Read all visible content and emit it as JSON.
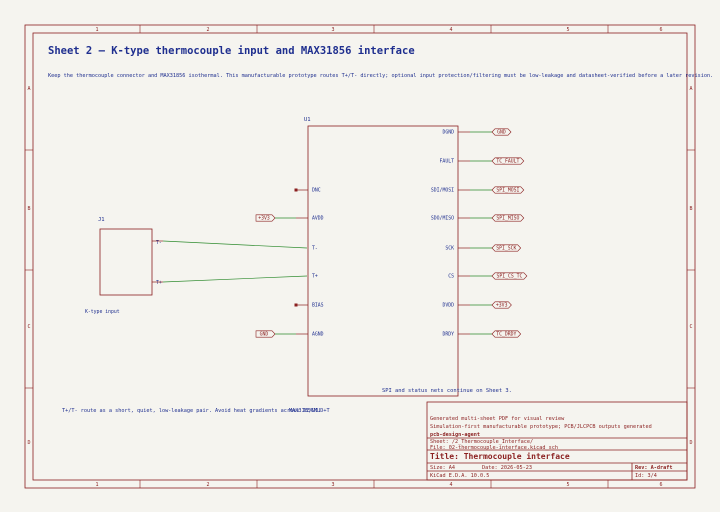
{
  "frame": {
    "columns": [
      "1",
      "2",
      "3",
      "4",
      "5",
      "6"
    ],
    "rows": [
      "A",
      "B",
      "C",
      "D"
    ]
  },
  "sheet": {
    "title": "Sheet 2 — K-type thermocouple input and MAX31856 interface",
    "description": "Keep the thermocouple connector and MAX31856 isothermal. This manufacturable prototype routes T+/T- directly; optional input protection/filtering must be low-leakage and datasheet-verified before a later revision."
  },
  "u1": {
    "ref": "U1",
    "part": "MAX31856MUD+T",
    "pins_left": [
      {
        "name": "DNC",
        "type": "nc"
      },
      {
        "name": "AVDD",
        "type": "power",
        "net": "+3V3"
      },
      {
        "name": "T-",
        "type": "tc"
      },
      {
        "name": "T+",
        "type": "tc"
      },
      {
        "name": "BIAS",
        "type": "nc"
      },
      {
        "name": "AGND",
        "type": "power",
        "net": "GND"
      }
    ],
    "pins_right": [
      {
        "name": "DGND",
        "net": "GND"
      },
      {
        "name": "FAULT",
        "net": "TC_FAULT"
      },
      {
        "name": "SDI/MOSI",
        "net": "SPI_MOSI"
      },
      {
        "name": "SDO/MISO",
        "net": "SPI_MISO"
      },
      {
        "name": "SCK",
        "net": "SPI_SCK"
      },
      {
        "name": "CS",
        "net": "SPI_CS_TC"
      },
      {
        "name": "DVDD",
        "net": "+3V3"
      },
      {
        "name": "DRDY",
        "net": "TC_DRDY"
      }
    ]
  },
  "j1": {
    "ref": "J1",
    "pins": [
      "T-",
      "T+"
    ],
    "label": "K-type input"
  },
  "notes": {
    "spi_note": "SPI and status nets continue on Sheet 3.",
    "routing_note": "T+/T- route as a short, quiet, low-leakage pair. Avoid heat gradients across J1/U1."
  },
  "title_block": {
    "line1": "Generated multi-sheet PDF for visual review",
    "line2": "Simulation-first manufacturable prototype; PCB/JLCPCB outputs generated",
    "company": "pcb-design-agent",
    "sheet": "Sheet: /2_Thermocouple_Interface/",
    "file": "File: 02-thermocouple-interface.kicad_sch",
    "title": "Title: Thermocouple interface",
    "size": "Size: A4",
    "date": "Date: 2026-05-23",
    "rev": "Rev: A-draft",
    "tool": "KiCad E.D.A. 10.0.5",
    "id": "Id: 3/4"
  },
  "colors": {
    "frame": "#8a1f1f",
    "text": "#1f2f8f",
    "wire": "#2e8b2e",
    "pin": "#8a1f1f",
    "background": "#f5f4ef"
  }
}
